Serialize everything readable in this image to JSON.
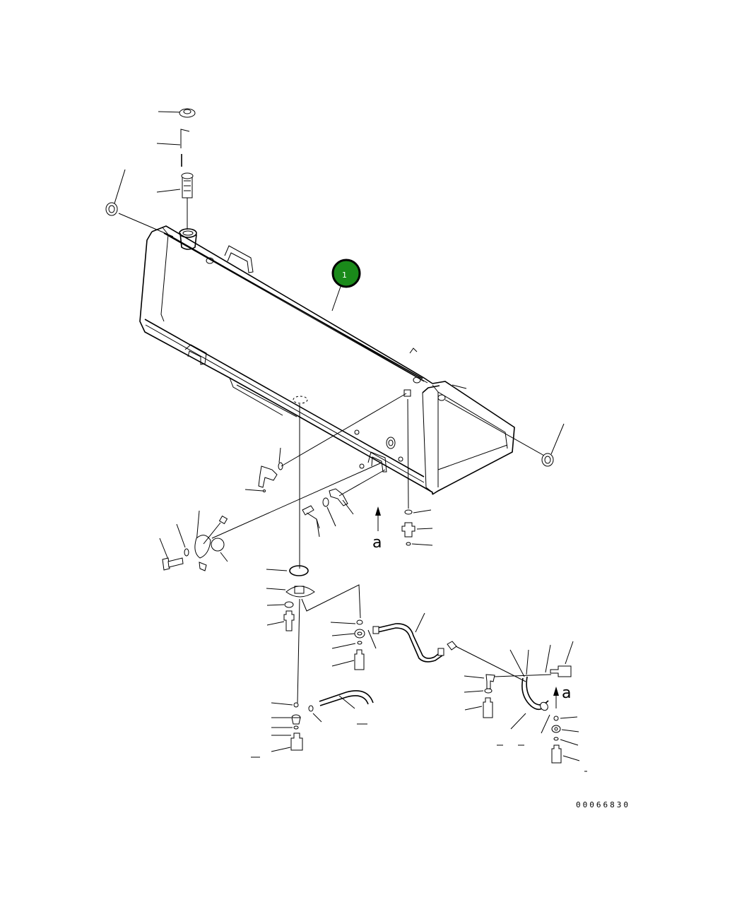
{
  "diagram": {
    "callout_number": "1",
    "view_marker": "a",
    "drawing_number": "00066830",
    "colors": {
      "callout_fill": "#1a8a1a",
      "callout_ring": "#000000",
      "line": "#000000"
    }
  }
}
